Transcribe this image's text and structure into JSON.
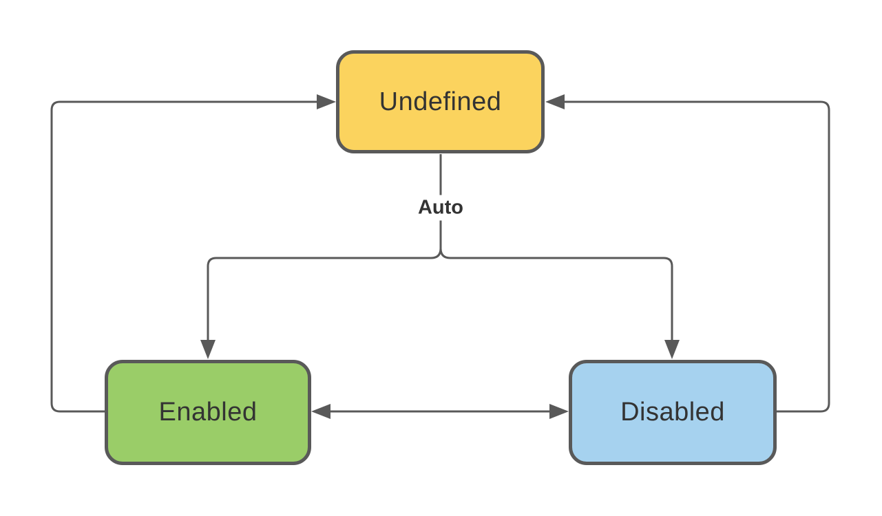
{
  "diagram": {
    "type": "state-diagram",
    "nodes": [
      {
        "id": "undefined",
        "label": "Undefined",
        "fill": "#FBD35E"
      },
      {
        "id": "enabled",
        "label": "Enabled",
        "fill": "#9ACD68"
      },
      {
        "id": "disabled",
        "label": "Disabled",
        "fill": "#A6D2EF"
      }
    ],
    "edges": [
      {
        "from": "undefined",
        "to": "enabled",
        "label": "Auto"
      },
      {
        "from": "undefined",
        "to": "disabled",
        "label": "Auto"
      },
      {
        "from": "enabled",
        "to": "undefined",
        "label": ""
      },
      {
        "from": "disabled",
        "to": "undefined",
        "label": ""
      },
      {
        "from": "enabled",
        "to": "disabled",
        "label": "",
        "bidirectional": true
      }
    ],
    "colors": {
      "stroke": "#595959",
      "node_border": "#595959",
      "text": "#333333",
      "background": "#FFFFFF"
    }
  }
}
